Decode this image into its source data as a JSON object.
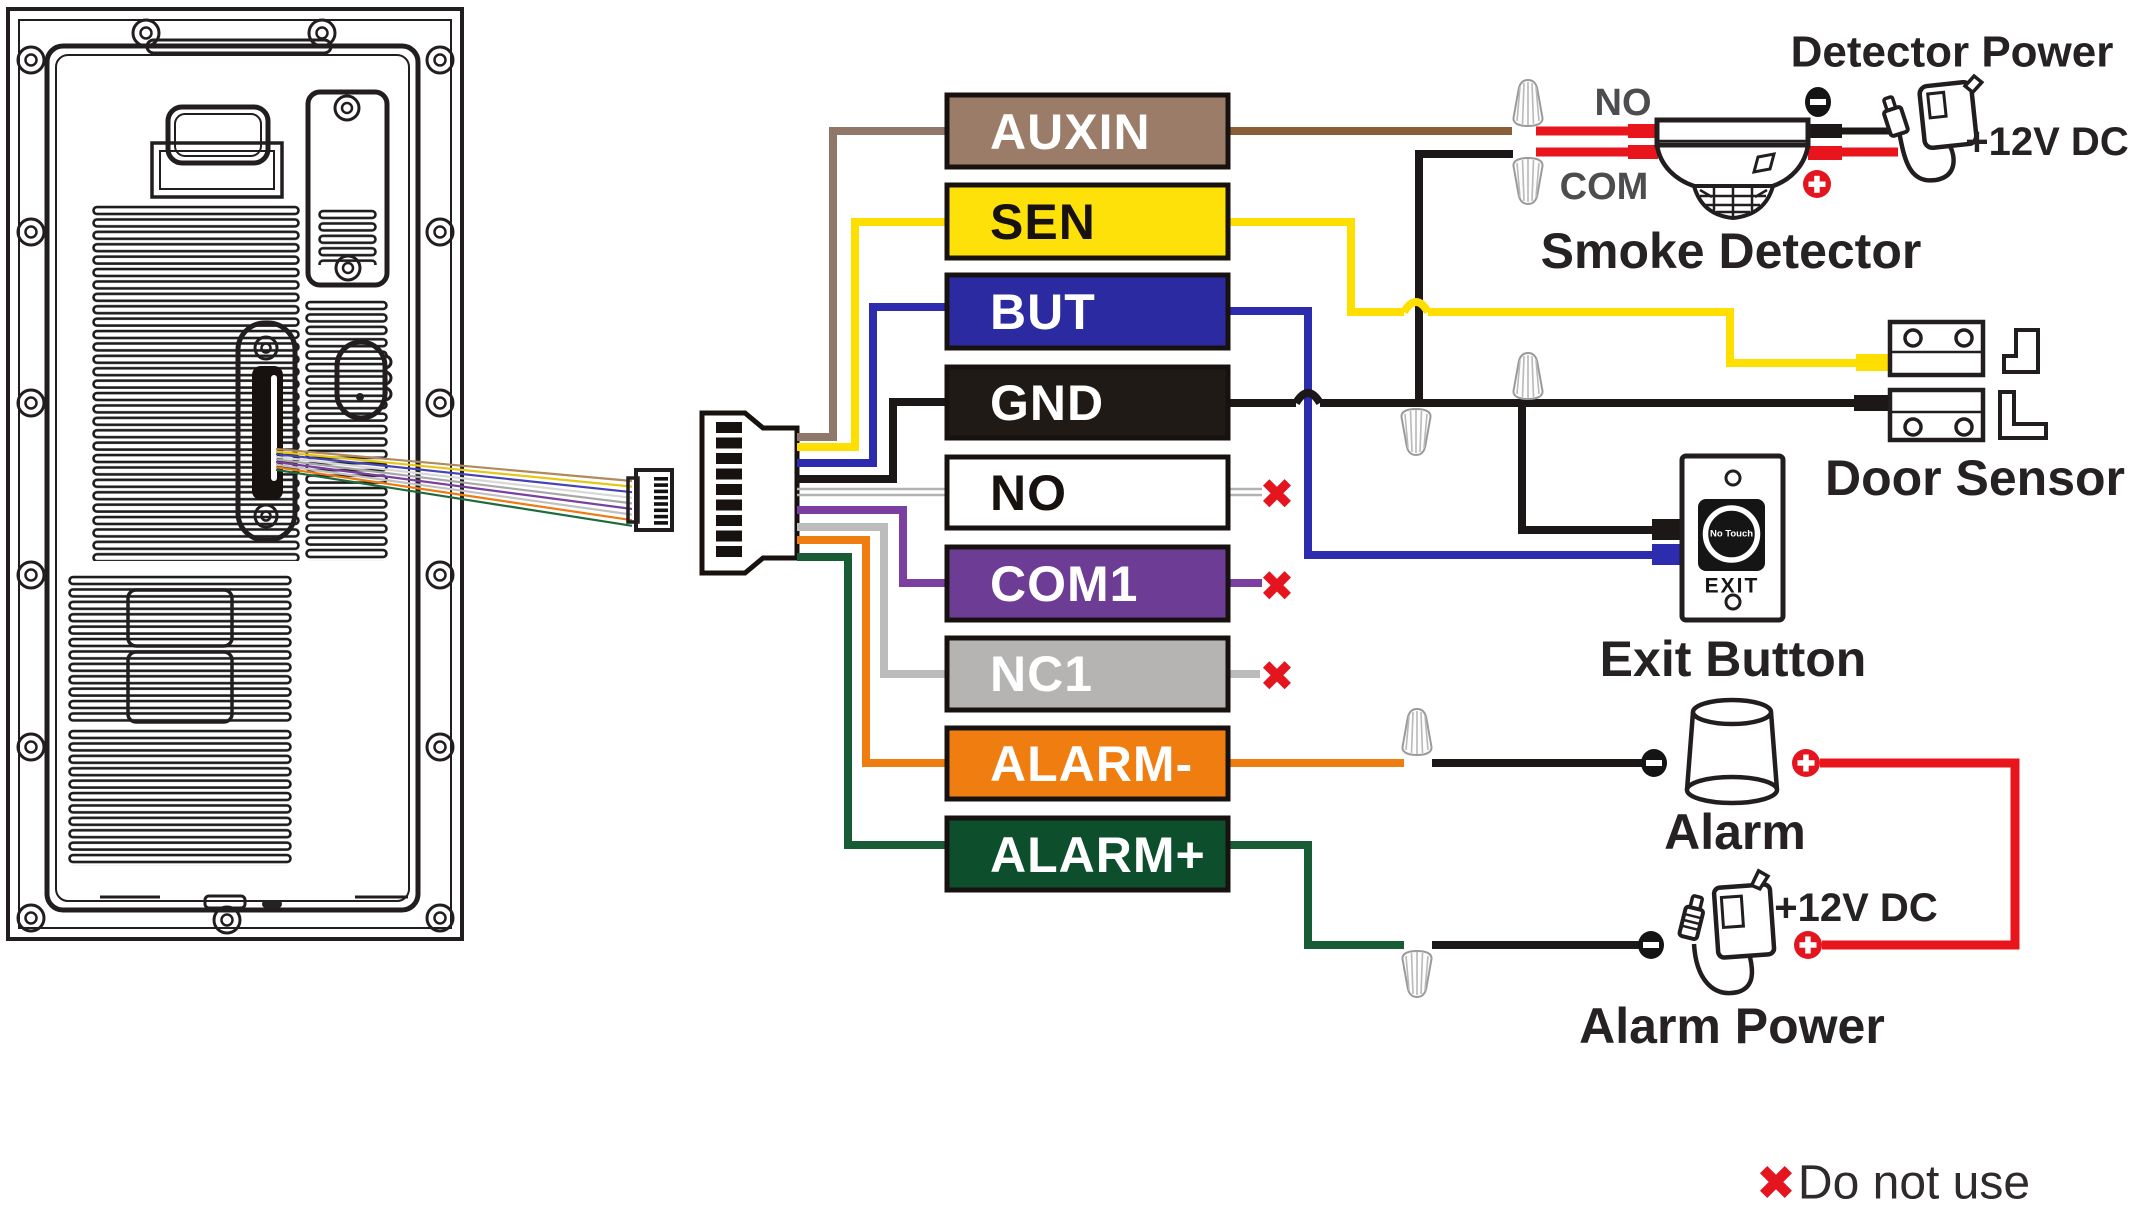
{
  "terminals": [
    {
      "label": "AUXIN",
      "color": "#9a7c69",
      "text_color": "#ffffff",
      "wire_color": "#8a5f38"
    },
    {
      "label": "SEN",
      "color": "#ffe10a",
      "text_color": "#17120f",
      "wire_color": "#ffdf00"
    },
    {
      "label": "BUT",
      "color": "#2b2aa0",
      "text_color": "#ffffff",
      "wire_color": "#2d2cae"
    },
    {
      "label": "GND",
      "color": "#201a16",
      "text_color": "#ffffff",
      "wire_color": "#1b1817"
    },
    {
      "label": "NO",
      "color": "#ffffff",
      "text_color": "#17120f",
      "wire_color": "#b3b3b3"
    },
    {
      "label": "COM1",
      "color": "#6d3d96",
      "text_color": "#ffffff",
      "wire_color": "#7a3fa0"
    },
    {
      "label": "NC1",
      "color": "#b5b4b2",
      "text_color": "#ffffff",
      "wire_color": "#bcbcbc"
    },
    {
      "label": "ALARM-",
      "color": "#f07d10",
      "text_color": "#ffffff",
      "wire_color": "#f07d10"
    },
    {
      "label": "ALARM+",
      "color": "#0d4f2c",
      "text_color": "#ffffff",
      "wire_color": "#175c35"
    }
  ],
  "smoke_detector": {
    "no_terminal": "NO",
    "com_terminal": "COM",
    "label": "Smoke Detector",
    "power_label": "Detector Power",
    "voltage": "+12V DC"
  },
  "door_sensor": {
    "label": "Door Sensor"
  },
  "exit_button": {
    "label": "Exit Button",
    "face_text": "No Touch",
    "button_text": "EXIT"
  },
  "alarm": {
    "label": "Alarm"
  },
  "alarm_power": {
    "label": "Alarm Power",
    "voltage": "+12V DC"
  },
  "legend": {
    "do_not_use": "Do not use"
  },
  "icons": {
    "do_not_use_x": "✖"
  },
  "colors": {
    "do_not_use_red": "#e4151e",
    "wire_red": "#e8151d",
    "harness_brown": "#91766a",
    "badge_black": "#141414"
  }
}
